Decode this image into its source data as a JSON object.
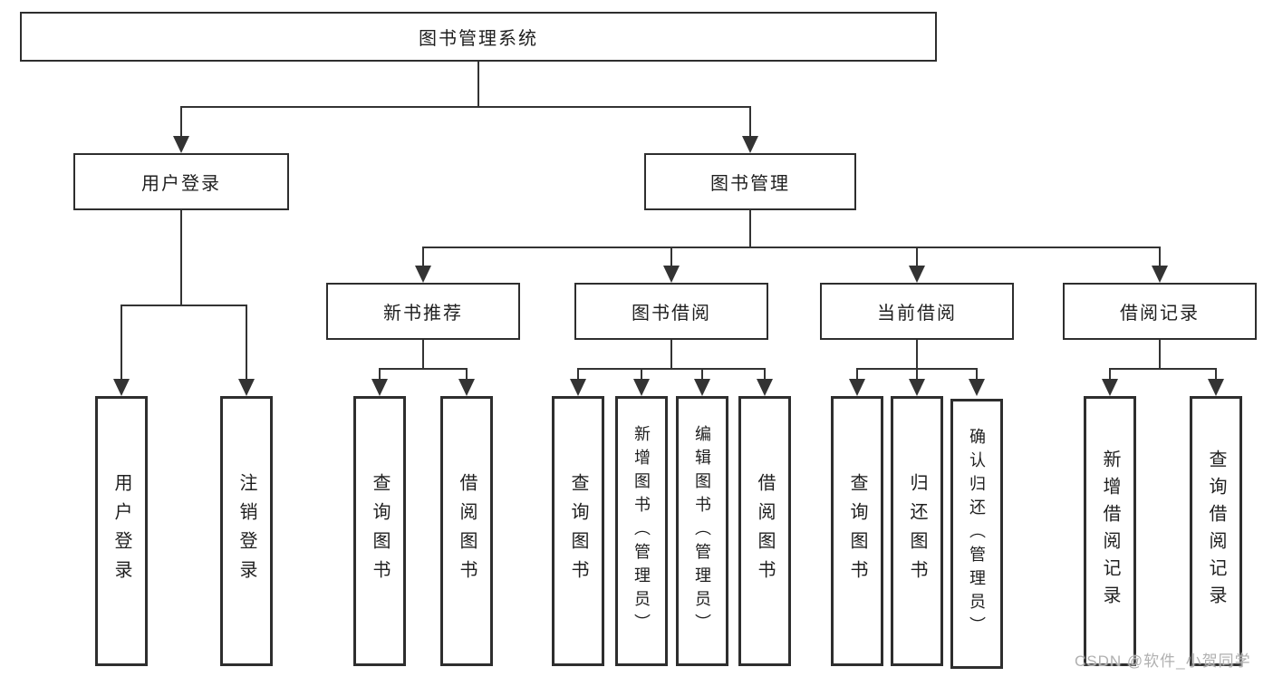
{
  "diagram": {
    "type": "hierarchy-flowchart",
    "tree": {
      "label": "图书管理系统",
      "children": [
        {
          "label": "用户登录",
          "children": [
            {
              "label": "用户登录"
            },
            {
              "label": "注销登录"
            }
          ]
        },
        {
          "label": "图书管理",
          "children": [
            {
              "label": "新书推荐",
              "children": [
                {
                  "label": "查询图书"
                },
                {
                  "label": "借阅图书"
                }
              ]
            },
            {
              "label": "图书借阅",
              "children": [
                {
                  "label": "查询图书"
                },
                {
                  "label": "新增图书（管理员）"
                },
                {
                  "label": "编辑图书（管理员）"
                },
                {
                  "label": "借阅图书"
                }
              ]
            },
            {
              "label": "当前借阅",
              "children": [
                {
                  "label": "查询图书"
                },
                {
                  "label": "归还图书"
                },
                {
                  "label": "确认归还（管理员）"
                }
              ]
            },
            {
              "label": "借阅记录",
              "children": [
                {
                  "label": "新增借阅记录"
                },
                {
                  "label": "查询借阅记录"
                }
              ]
            }
          ]
        }
      ]
    },
    "colors": {
      "line": "#333333",
      "box_border": "#2e2e2e",
      "text": "#1f1f1f",
      "background": "#ffffff",
      "watermark": "#b0b0b0"
    },
    "watermark": "CSDN @软件_小贺同学"
  }
}
